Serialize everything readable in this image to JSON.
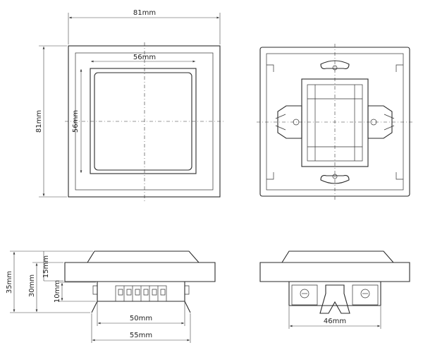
{
  "front_view": {
    "frame_width": "81mm",
    "frame_height": "81mm",
    "key_width": "56mm",
    "key_height": "56mm"
  },
  "side_view": {
    "total_depth": "35mm",
    "depth_30": "30mm",
    "depth_15": "15mm",
    "depth_10": "10mm",
    "mech_width_50": "50mm",
    "mech_width_55": "55mm"
  },
  "end_view": {
    "mech_width_46": "46mm"
  },
  "colors": {
    "line": "#2a2a2a",
    "background": "#ffffff"
  }
}
